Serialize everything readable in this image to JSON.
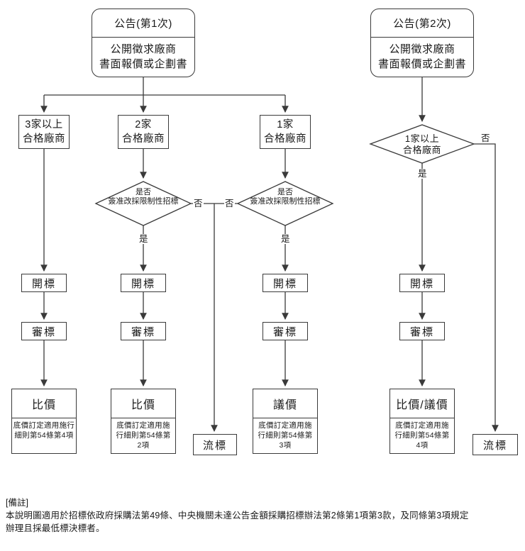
{
  "flowchart": {
    "announcement1": {
      "title": "公告(第1次)",
      "body1": "公開徵求廠商",
      "body2": "書面報價或企劃書"
    },
    "announcement2": {
      "title": "公告(第2次)",
      "body1": "公開徵求廠商",
      "body2": "書面報價或企劃書"
    },
    "branches": {
      "b1_line1": "3家以上",
      "b1_line2": "合格廠商",
      "b2_line1": "2家",
      "b2_line2": "合格廠商",
      "b3_line1": "1家",
      "b3_line2": "合格廠商"
    },
    "decisions": {
      "restricted_line1": "是否",
      "restricted_line2": "簽准改採限制性招標",
      "qualified_line1": "1家以上",
      "qualified_line2": "合格廠商"
    },
    "edge_labels": {
      "yes": "是",
      "no": "否"
    },
    "steps": {
      "open": "開標",
      "review": "審標",
      "failed": "流標"
    },
    "finals": {
      "f1_title": "比價",
      "f1_note1": "底價訂定適用施行",
      "f1_note2": "細則第54條第4項",
      "f2_title": "比價",
      "f2_note1": "底價訂定適用施",
      "f2_note2": "行細則第54條第",
      "f2_note3": "2項",
      "f3_title": "議價",
      "f3_note1": "底價訂定適用施",
      "f3_note2": "行細則第54條第",
      "f3_note3": "3項",
      "f4_title": "比價/議價",
      "f4_note1": "底價訂定適用施",
      "f4_note2": "行細則第54條第",
      "f4_note3": "4項"
    },
    "footnote": {
      "header": "[備註]",
      "line1": "本說明圖適用於招標依政府採購法第49條、中央機關未達公告金額採購招標辦法第2條第1項第3款，及同條第3項規定",
      "line2": "辦理且採最低標決標者。"
    },
    "colors": {
      "line": "#3a3a3a",
      "text": "#1a1a1a",
      "background": "#ffffff"
    }
  }
}
